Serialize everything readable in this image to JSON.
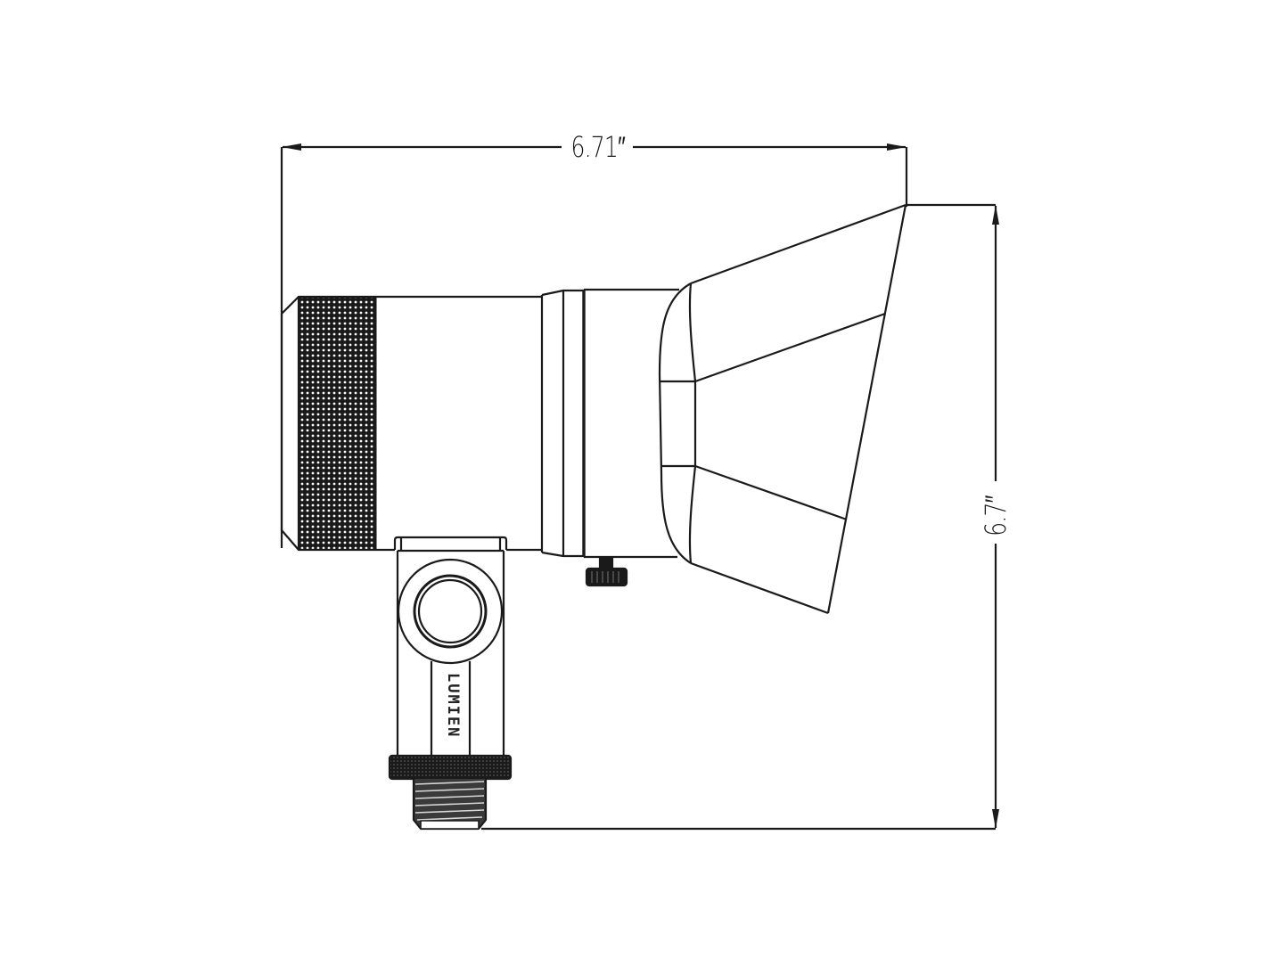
{
  "drawing": {
    "title": "Landscape spotlight side view dimension drawing",
    "line_color": "#1a1a1a",
    "background": "#ffffff"
  },
  "dimensions": {
    "width": {
      "label": "6.71″",
      "value": 6.71,
      "unit": "in"
    },
    "height": {
      "label": "6.7″",
      "value": 6.7,
      "unit": "in"
    }
  },
  "fixture": {
    "brand_text": "LUMIEN",
    "parts": [
      "knurled-lens-ring",
      "body-barrel",
      "shroud",
      "knuckle-mount",
      "adjust-knob",
      "lock-nut",
      "threaded-stem"
    ]
  }
}
